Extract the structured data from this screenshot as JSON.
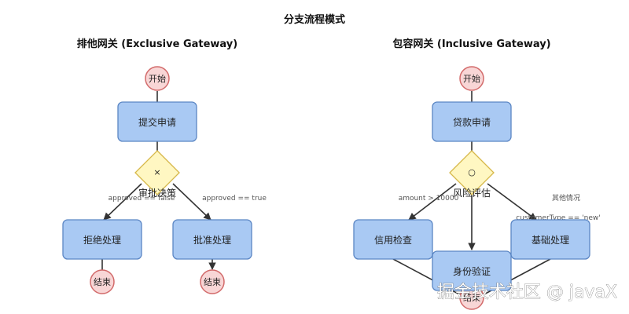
{
  "title": "分支流程模式",
  "left": {
    "heading": "排他网关 (Exclusive Gateway)",
    "start": "开始",
    "task": "提交申请",
    "gateway_symbol": "×",
    "gateway_label": "审批决策",
    "edge_left": "approved == false",
    "edge_right": "approved == true",
    "reject": "拒绝处理",
    "approve": "批准处理",
    "end_left": "结束",
    "end_right": "结束"
  },
  "right": {
    "heading": "包容网关 (Inclusive Gateway)",
    "start": "开始",
    "task": "贷款申请",
    "gateway_symbol": "○",
    "gateway_label": "风险评估",
    "edge_left": "amount > 10000",
    "edge_right_top": "其他情况",
    "edge_right": "customerType == 'new'",
    "credit": "信用检查",
    "identity": "身份验证",
    "basic": "基础处理",
    "end": "结束"
  },
  "watermark": "掘金技术社区 @ javaX"
}
